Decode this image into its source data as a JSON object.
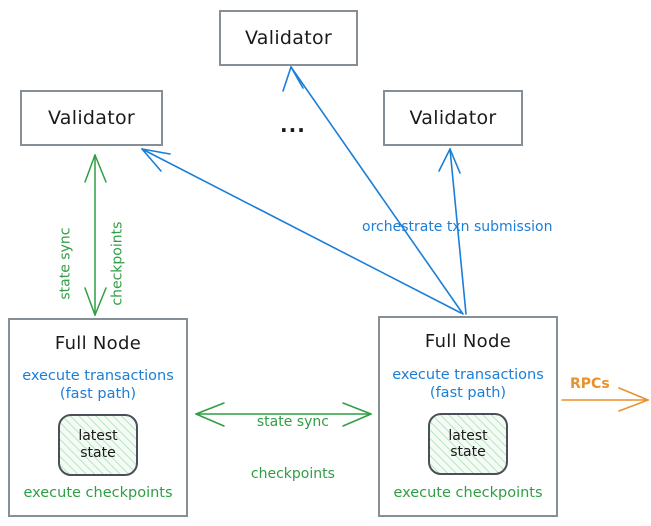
{
  "diagram": {
    "title": "Sui network architecture: validators, full nodes, state sync",
    "colors": {
      "blue": "#1c7ed6",
      "green": "#2f9e44",
      "orange": "#e8912d",
      "box_border": "#868e96",
      "state_border": "#495057",
      "text": "#1a1a1a",
      "background": "#ffffff"
    }
  },
  "validators": [
    {
      "id": "validator-top",
      "label": "Validator"
    },
    {
      "id": "validator-left",
      "label": "Validator"
    },
    {
      "id": "validator-right",
      "label": "Validator"
    }
  ],
  "ellipsis": "...",
  "full_nodes": [
    {
      "id": "full-node-left",
      "title": "Full Node",
      "blue_line1": "execute transactions",
      "blue_line2": "(fast path)",
      "state_line1": "latest",
      "state_line2": "state",
      "green_footer": "execute checkpoints"
    },
    {
      "id": "full-node-right",
      "title": "Full Node",
      "blue_line1": "execute transactions",
      "blue_line2": "(fast path)",
      "state_line1": "latest",
      "state_line2": "state",
      "green_footer": "execute checkpoints"
    }
  ],
  "edge_labels": {
    "vertical_state_sync_line1": "state sync",
    "vertical_state_sync_line2": "checkpoints",
    "horizontal_state_sync_line1": "state sync",
    "horizontal_state_sync_line2": "checkpoints",
    "orchestrate": "orchestrate txn submission",
    "rpcs": "RPCs"
  }
}
